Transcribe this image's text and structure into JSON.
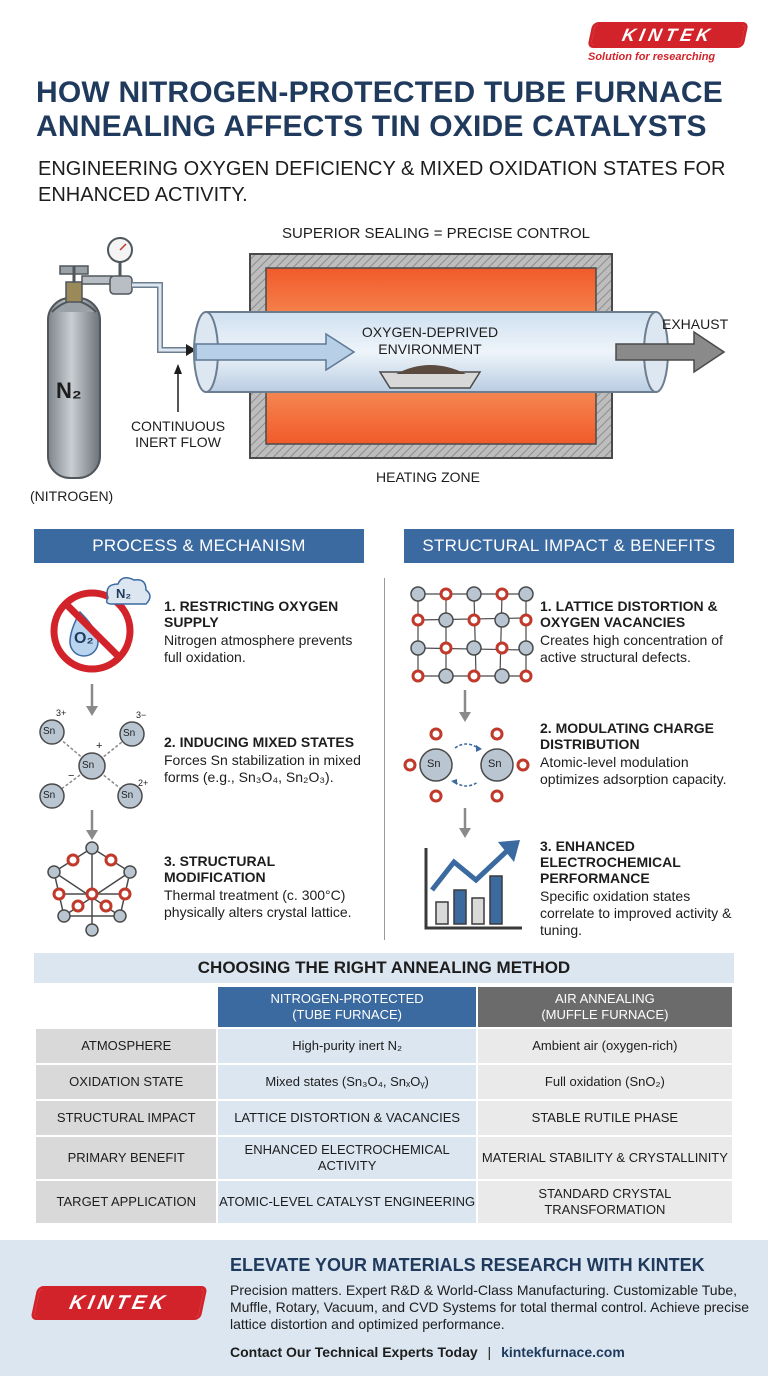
{
  "brand": {
    "logo_text": "KINTEK",
    "tagline": "Solution for researching",
    "red": "#d3232a",
    "navy": "#1f3a5c",
    "blue": "#3b6aa0",
    "light_blue": "#dbe6f1"
  },
  "title": "HOW NITROGEN-PROTECTED TUBE FURNACE ANNEALING AFFECTS TIN OXIDE CATALYSTS",
  "subtitle": "ENGINEERING OXYGEN DEFICIENCY & MIXED OXIDATION STATES FOR ENHANCED ACTIVITY.",
  "diagram": {
    "top_label": "SUPERIOR SEALING = PRECISE CONTROL",
    "cylinder_label": "N₂",
    "cylinder_caption": "(NITROGEN)",
    "flow_label_line1": "CONTINUOUS",
    "flow_label_line2": "INERT FLOW",
    "chamber_label_line1": "OXYGEN-DEPRIVED",
    "chamber_label_line2": "ENVIRONMENT",
    "exhaust_label": "EXHAUST",
    "heating_label": "HEATING ZONE"
  },
  "process": {
    "header": "PROCESS & MECHANISM",
    "icon_labels": {
      "n2": "N₂",
      "o2": "O₂",
      "sn": "Sn",
      "charge_3p": "3+",
      "charge_3m": "3−",
      "charge_2p": "2+",
      "plus": "+",
      "minus": "−"
    },
    "steps": [
      {
        "title": "1. RESTRICTING OXYGEN SUPPLY",
        "desc": "Nitrogen atmosphere prevents full oxidation.",
        "icon": "no-oxygen-icon"
      },
      {
        "title": "2. INDUCING MIXED STATES",
        "desc": "Forces Sn stabilization in mixed forms (e.g., Sn₃O₄, Sn₂O₃).",
        "icon": "mixed-states-icon"
      },
      {
        "title": "3. STRUCTURAL MODIFICATION",
        "desc": "Thermal treatment (c. 300°C) physically alters crystal lattice.",
        "icon": "crystal-lattice-icon"
      }
    ]
  },
  "impact": {
    "header": "STRUCTURAL IMPACT & BENEFITS",
    "steps": [
      {
        "title": "1. LATTICE DISTORTION & OXYGEN VACANCIES",
        "desc": "Creates high concentration of active structural defects.",
        "icon": "distorted-lattice-icon"
      },
      {
        "title": "2. MODULATING CHARGE DISTRIBUTION",
        "desc": "Atomic-level modulation optimizes adsorption capacity.",
        "icon": "charge-distribution-icon"
      },
      {
        "title": "3. ENHANCED ELECTROCHEMICAL PERFORMANCE",
        "desc": "Specific oxidation states correlate to improved activity & tuning.",
        "icon": "growth-chart-icon"
      }
    ]
  },
  "comparison": {
    "heading": "CHOOSING THE RIGHT ANNEALING METHOD",
    "columns": [
      {
        "line1": "NITROGEN-PROTECTED",
        "line2": "(TUBE FURNACE)"
      },
      {
        "line1": "AIR ANNEALING",
        "line2": "(MUFFLE FURNACE)"
      }
    ],
    "rows": [
      {
        "label": "ATMOSPHERE",
        "nitrogen": "High-purity inert N₂",
        "air": "Ambient air (oxygen-rich)"
      },
      {
        "label": "OXIDATION STATE",
        "nitrogen": "Mixed states (Sn₃O₄, SnₓOᵧ)",
        "air": "Full oxidation (SnO₂)"
      },
      {
        "label": "STRUCTURAL IMPACT",
        "nitrogen": "LATTICE DISTORTION & VACANCIES",
        "air": "STABLE RUTILE PHASE"
      },
      {
        "label": "PRIMARY BENEFIT",
        "nitrogen": "ENHANCED ELECTROCHEMICAL ACTIVITY",
        "air": "MATERIAL STABILITY & CRYSTALLINITY"
      },
      {
        "label": "TARGET APPLICATION",
        "nitrogen": "ATOMIC-LEVEL CATALYST ENGINEERING",
        "air": "STANDARD CRYSTAL TRANSFORMATION"
      }
    ]
  },
  "footer": {
    "title": "ELEVATE YOUR MATERIALS RESEARCH WITH KINTEK",
    "body": "Precision matters. Expert R&D & World-Class Manufacturing. Customizable Tube, Muffle, Rotary, Vacuum, and CVD Systems for total thermal control. Achieve precise lattice distortion and optimized performance.",
    "contact": "Contact Our Technical Experts Today",
    "separator": "|",
    "url": "kintekfurnace.com"
  }
}
